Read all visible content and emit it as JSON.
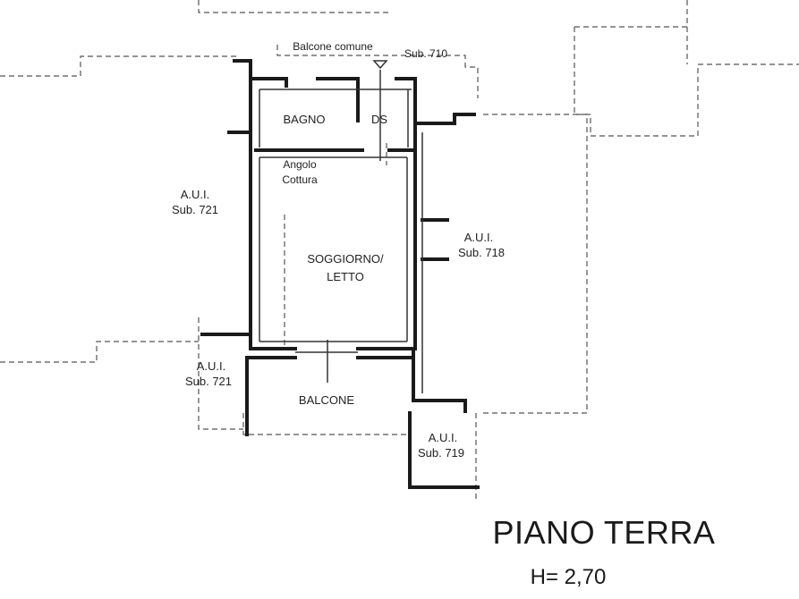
{
  "labels": {
    "balcony_shared": "Balcone comune",
    "sub_710_top": "Sub. 710",
    "bathroom": "BAGNO",
    "ds": "DS",
    "kitchen_corner_1": "Angolo",
    "kitchen_corner_2": "Cottura",
    "aui_left_1": "A.U.I.",
    "aui_left_2": "Sub. 721",
    "aui_right_1": "A.U.I.",
    "aui_right_2": "Sub. 718",
    "living_1": "SOGGIORNO/",
    "living_2": "LETTO",
    "aui_left_low_1": "A.U.I.",
    "aui_left_low_2": "Sub. 721",
    "balcony": "BALCONE",
    "aui_bottom_1": "A.U.I.",
    "aui_bottom_2": "Sub. 719"
  },
  "title": "PIANO TERRA",
  "height": "H= 2,70"
}
